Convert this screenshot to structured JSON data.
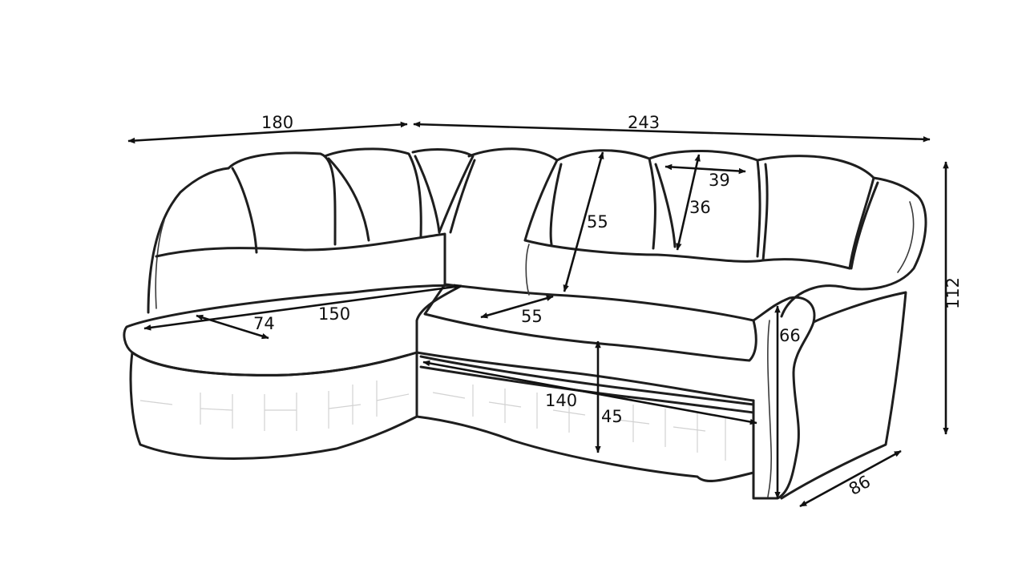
{
  "dimensions": {
    "total_width_left": "180",
    "total_width_right": "243",
    "total_height": "112",
    "depth": "86",
    "back_cushion_width": "39",
    "back_cushion_height": "36",
    "backrest_height": "55",
    "seat_depth": "55",
    "chaise_depth": "74",
    "chaise_length": "150",
    "bed_length": "140",
    "seat_height": "45",
    "armrest_height": "66"
  }
}
